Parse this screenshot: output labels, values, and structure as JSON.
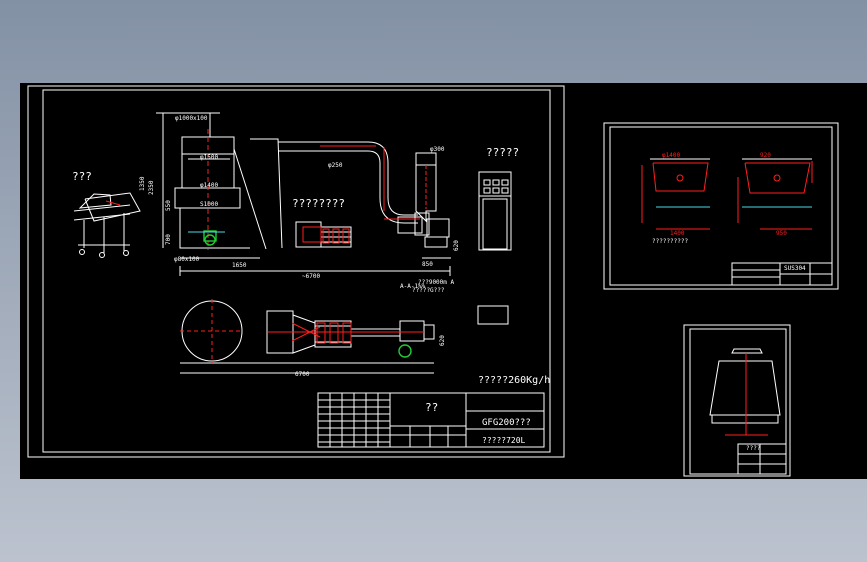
{
  "colors": {
    "background": "#8e9bae",
    "canvas": "#000000",
    "line": "#ffffff",
    "accent_red": "#ff1e1e",
    "accent_green": "#22cc33",
    "accent_cyan": "#4ad8e8"
  },
  "sheet1": {
    "label_left_machine": "???",
    "label_dust": "?????",
    "label_middle": "????????",
    "label_capacity": "?????260Kg/h",
    "dim_d1500": "φ1500",
    "dim_d1400": "φ1400",
    "dim_d1000": "S1000",
    "dim_d300": "φ300",
    "dim_d250": "φ250",
    "dim_top": "φ1000x100",
    "dim_1650": "1650",
    "dim_total": "~6700",
    "dim_850": "850",
    "dim_2350": "2350",
    "dim_1350": "1350",
    "dim_550": "550",
    "dim_700": "700",
    "dim_620": "620",
    "dim_700b": "700",
    "dim_small": "φ80x100",
    "dim_plan": "6700",
    "dim_plan_side": "620",
    "note_line1": "A-A-1%%",
    "note_line2": "???9000m A",
    "note_line3": "?????G???",
    "title_block": {
      "name": "??",
      "model": "GFG200???",
      "sub": "?????720L"
    }
  },
  "sheet2": {
    "label_material": "SUS304",
    "dim_top_left": "φ1400",
    "dim_top_right": "920",
    "dim_bottom_left": "1400",
    "dim_bottom_right": "950",
    "note": "??????????"
  },
  "sheet3": {
    "label_box": "????"
  }
}
